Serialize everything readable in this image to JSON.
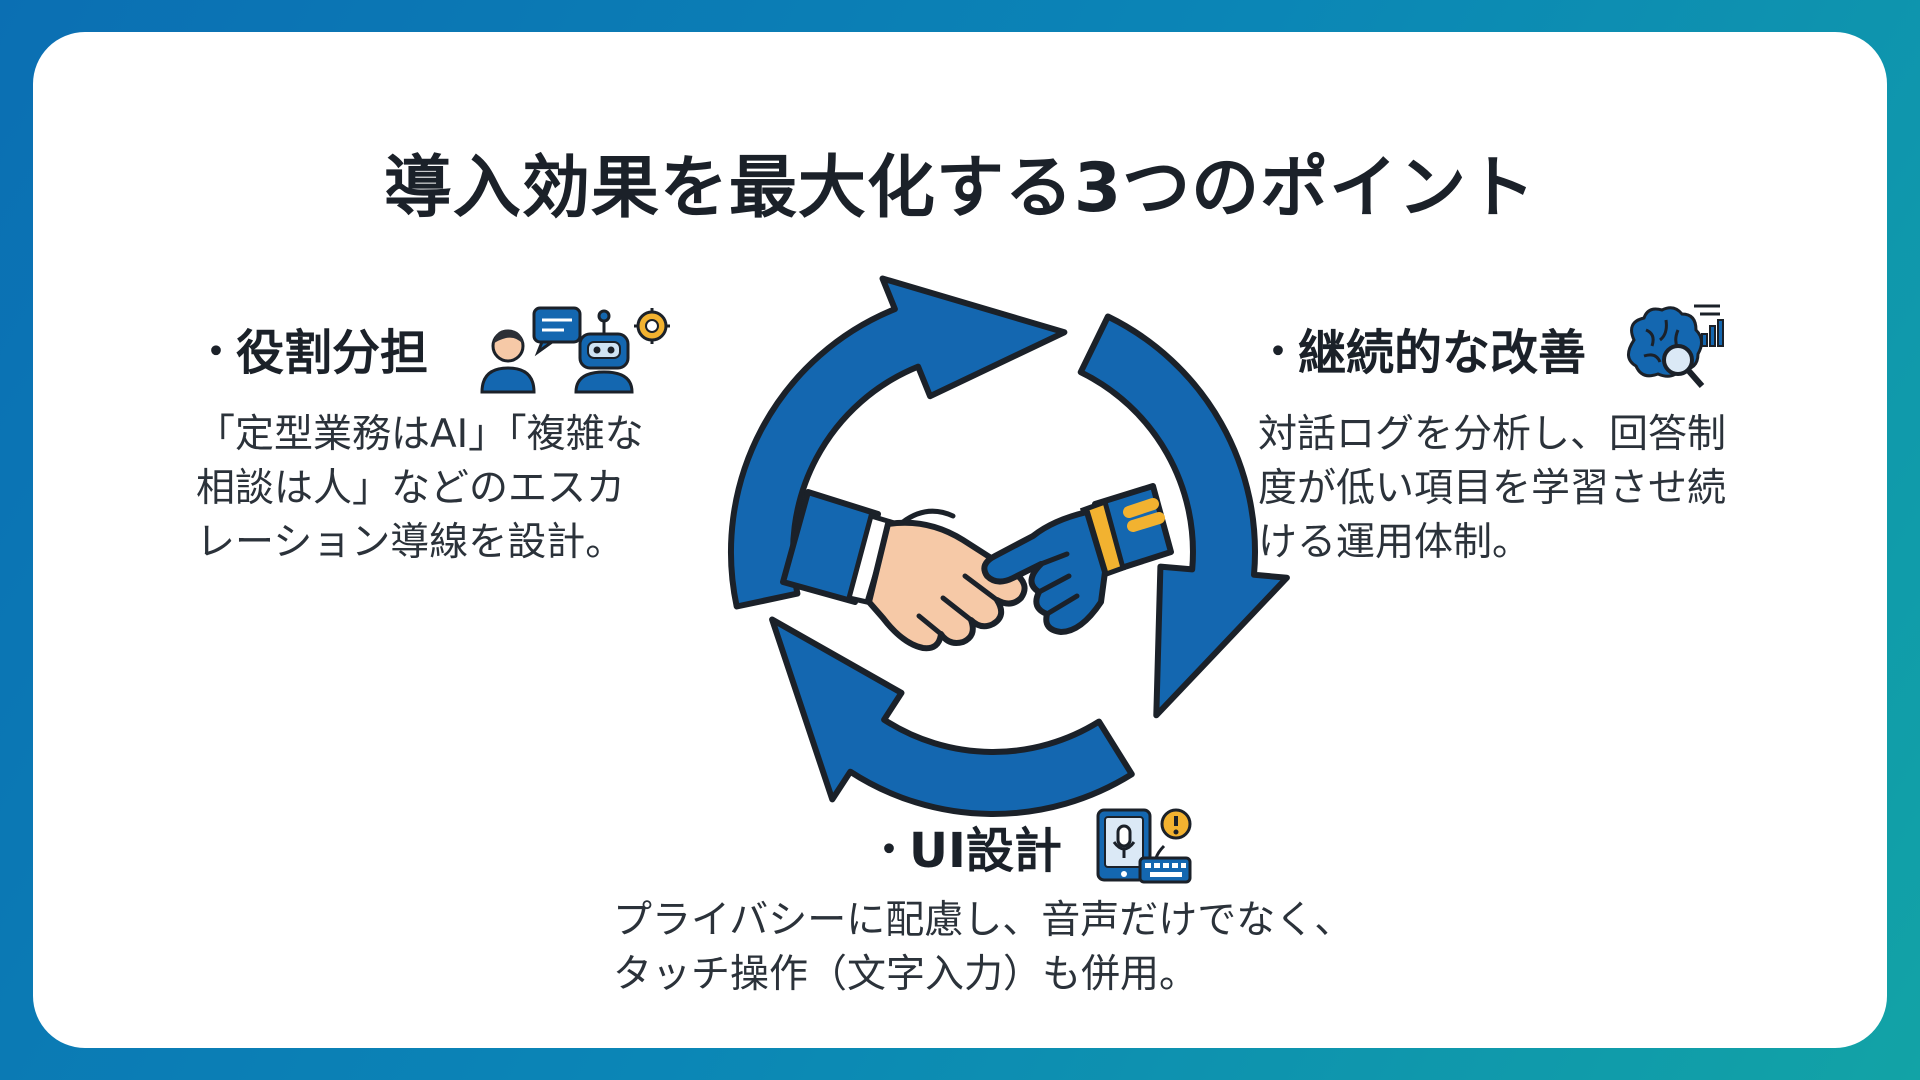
{
  "title": "導入効果を最大化する3つのポイント",
  "points": [
    {
      "bullet": "・",
      "heading": "役割分担",
      "icon": "person-robot-icon",
      "description": "「定型業務はAI」「複雑な\n相談は人」などのエスカ\nレーション導線を設計。"
    },
    {
      "bullet": "・",
      "heading": "継続的な改善",
      "icon": "brain-analytics-icon",
      "description": "対話ログを分析し、回答制\n度が低い項目を学習させ続\nける運用体制。"
    },
    {
      "bullet": "・",
      "heading": "UI設計",
      "icon": "tablet-keyboard-icon",
      "description": "プライバシーに配慮し、音声だけでなく、\nタッチ操作（文字入力）も併用。"
    }
  ],
  "center": {
    "icon": "handshake-icon"
  },
  "colors": {
    "background_start": "#0b6fb3",
    "background_end": "#12a3a6",
    "arrow_blue": "#1467b0",
    "accent_yellow": "#f2b230",
    "skin": "#f6c9a7",
    "text": "#1b2129"
  }
}
